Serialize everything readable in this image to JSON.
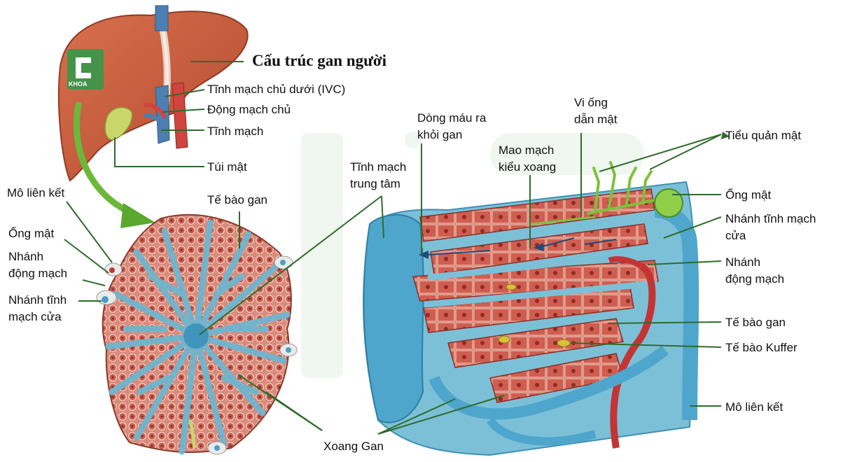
{
  "title": "Cấu trúc gan người",
  "logo_text": "KHOA",
  "colors": {
    "liver": "#c7583a",
    "liver_dark": "#9e3b22",
    "hepatocyte": "#c8564a",
    "sinusoid": "#6fb6cf",
    "vein_blue": "#4a9fc4",
    "artery_red": "#c43434",
    "bile_green": "#7cc23a",
    "leader": "#2f6b2a",
    "arrow_green": "#6cb83a"
  },
  "labels": {
    "ivc": "Tĩnh mạch chủ dưới (IVC)",
    "aorta": "Động mạch chủ",
    "vein": "Tĩnh mạch",
    "gallbladder": "Túi mật",
    "connective_left": "Mô liên kết",
    "bile_duct_left": "Ống mật",
    "artery_branch_left": [
      "Nhánh",
      "động mạch"
    ],
    "portal_branch_left": [
      "Nhánh tĩnh",
      "mạch cửa"
    ],
    "hepatocytes_top": "Tế bào gan",
    "central_vein": [
      "Tĩnh mạch",
      "trung tâm"
    ],
    "outflow": [
      "Dòng máu ra",
      "khỏi gan"
    ],
    "sinusoid_capillary": [
      "Mao mạch",
      "kiểu xoang"
    ],
    "bile_canaliculi": [
      "Vi ống",
      "dẫn mật"
    ],
    "bile_ductules": "Tiểu quản mật",
    "bile_duct_right": "Ống mật",
    "portal_branch_right": [
      "Nhánh tĩnh mạch",
      "cửa"
    ],
    "artery_branch_right": [
      "Nhánh",
      "động mạch"
    ],
    "hepatocytes_right": "Tế bào gan",
    "kupffer": "Tế bào Kuffer",
    "connective_right": "Mô liên kết",
    "sinusoids_bottom": "Xoang Gan"
  }
}
